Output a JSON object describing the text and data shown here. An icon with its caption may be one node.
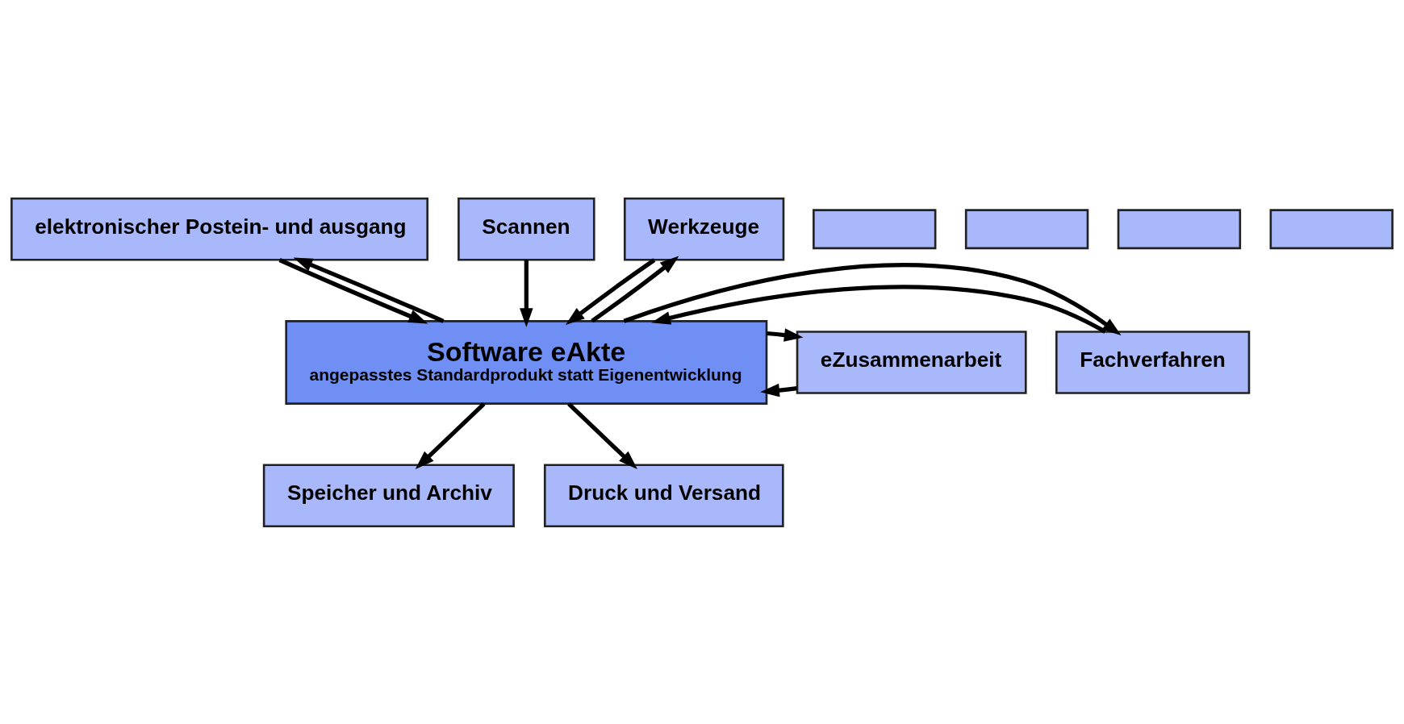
{
  "diagram": {
    "nodes": [
      {
        "text": [
          "elektronischer Postein- und ausgang"
        ]
      },
      {
        "text": [
          "Scannen"
        ]
      },
      {
        "text": [
          "Werkzeuge"
        ]
      },
      {
        "text": [],
        "shape": "box"
      },
      {
        "text": [],
        "shape": "box"
      },
      {
        "text": [],
        "shape": "box"
      },
      {
        "text": [],
        "shape": "box"
      },
      {
        "text": [
          "Fachverfahren"
        ]
      },
      {
        "text": [
          "Software eAkte",
          "angepasstes Standardprodukt statt Eigenentwicklung"
        ]
      },
      {
        "text": [
          "eZusammenarbeit"
        ]
      },
      {
        "text": [
          "Speicher und Archiv"
        ]
      },
      {
        "text": [
          "Druck und Versand"
        ]
      }
    ],
    "edges": [
      {
        "from": 0,
        "to": 8,
        "arrow": "to"
      },
      {
        "from": 8,
        "to": 0,
        "arrow": "to"
      },
      {
        "from": 1,
        "to": 8,
        "arrow": "to"
      },
      {
        "from": 2,
        "to": 8,
        "arrow": "to"
      },
      {
        "from": 8,
        "to": 2,
        "arrow": "to"
      },
      {
        "from": 7,
        "to": 8,
        "arrow": "to"
      },
      {
        "from": 8,
        "to": 7,
        "arrow": "to"
      },
      {
        "from": 9,
        "to": 8,
        "arrow": "to"
      },
      {
        "from": 8,
        "to": 9,
        "arrow": "to"
      },
      {
        "from": 8,
        "to": 10,
        "arrow": "to"
      },
      {
        "from": 8,
        "to": 11,
        "arrow": "to"
      }
    ]
  }
}
